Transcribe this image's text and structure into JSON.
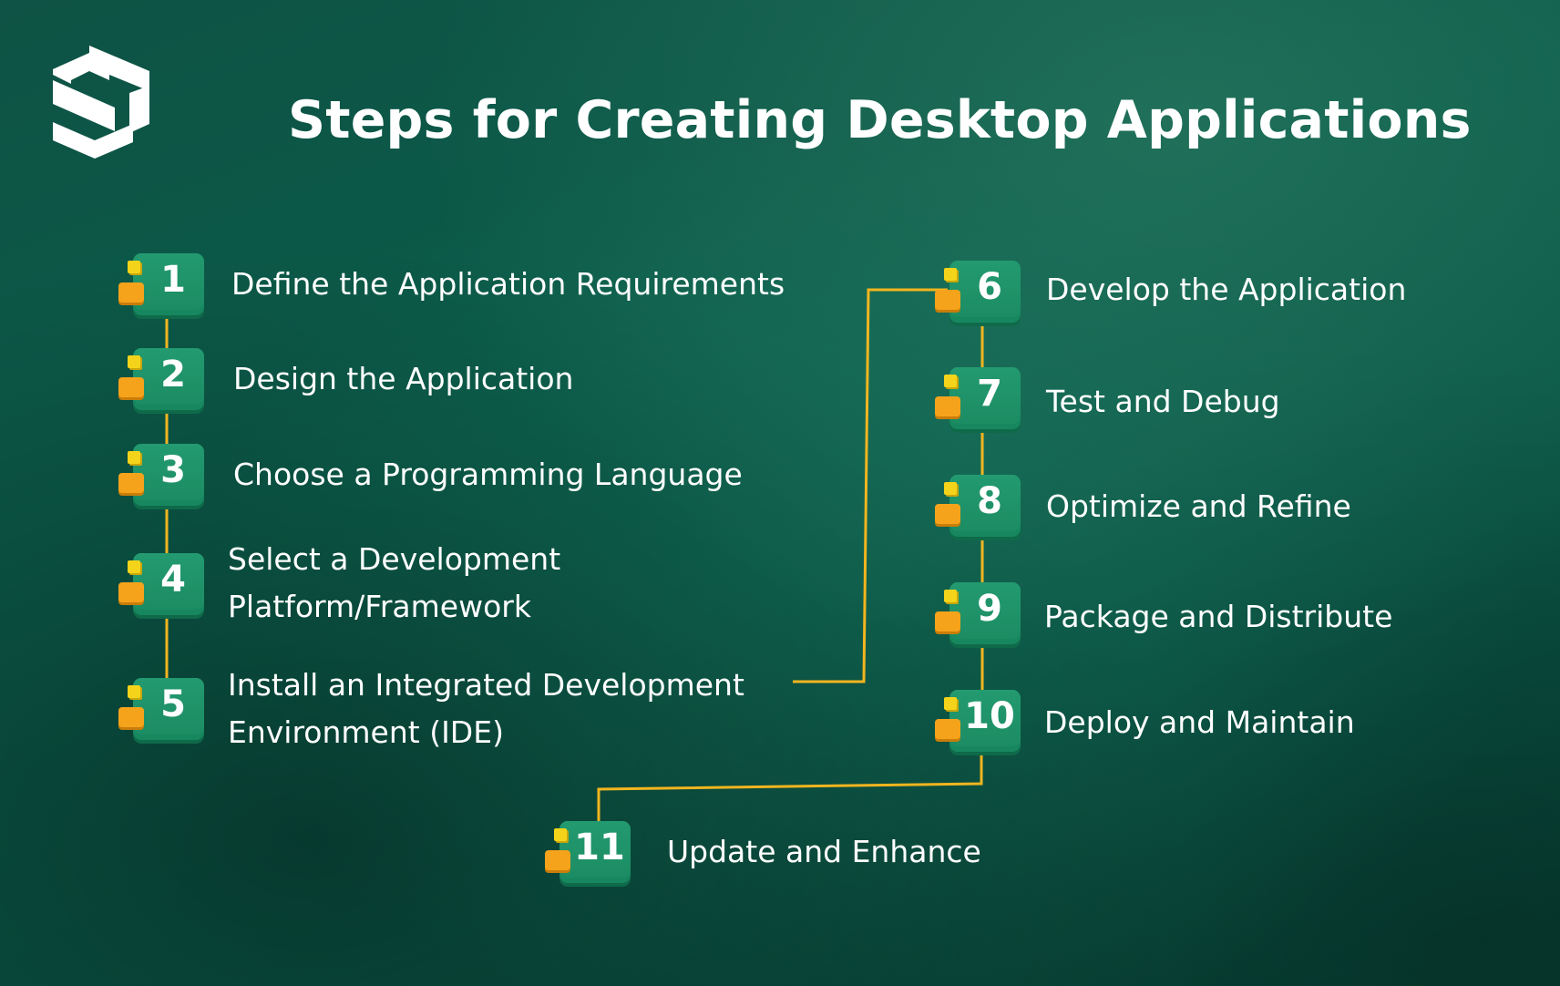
{
  "title": "Steps for Creating Desktop Applications",
  "colors": {
    "connector": "#f2b51f",
    "badge_green": "#1c8c63",
    "chip_yellow": "#f4d41a",
    "chip_orange": "#f6a31c"
  },
  "icons": {
    "logo": "stylized-s-logo-icon"
  },
  "steps": [
    {
      "num": "1",
      "text": "Define the Application Requirements"
    },
    {
      "num": "2",
      "text": "Design the Application"
    },
    {
      "num": "3",
      "text": "Choose a Programming Language"
    },
    {
      "num": "4",
      "lines": [
        "Select a Development",
        "Platform/Framework"
      ]
    },
    {
      "num": "5",
      "lines": [
        "Install an Integrated Development",
        "Environment (IDE)"
      ]
    },
    {
      "num": "6",
      "text": "Develop the Application"
    },
    {
      "num": "7",
      "text": "Test and Debug"
    },
    {
      "num": "8",
      "text": "Optimize and Refine"
    },
    {
      "num": "9",
      "text": "Package and Distribute"
    },
    {
      "num": "10",
      "text": "Deploy and Maintain"
    },
    {
      "num": "11",
      "text": "Update and Enhance"
    }
  ]
}
